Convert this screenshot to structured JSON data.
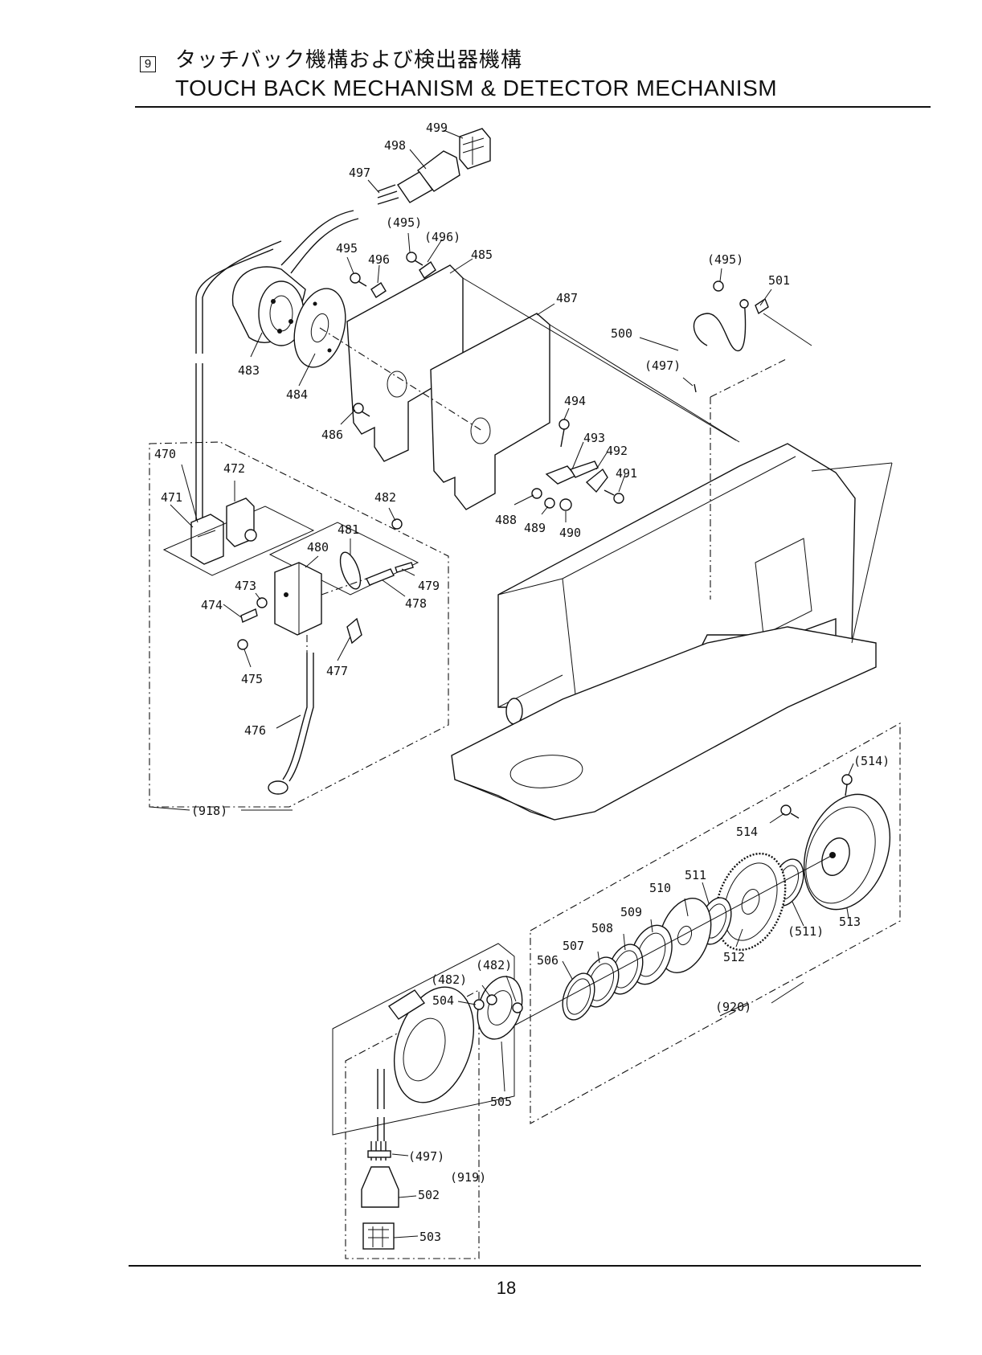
{
  "header": {
    "section_number": "9",
    "title_jp": "タッチバック機構および検出器機構",
    "title_en": "TOUCH BACK MECHANISM & DETECTOR MECHANISM"
  },
  "footer": {
    "page_number": "18"
  },
  "labels": {
    "p499": "499",
    "p498": "498",
    "p497": "497",
    "p495a": "(495)",
    "p496a": "(496)",
    "p495": "495",
    "p496": "496",
    "p485": "485",
    "p487": "487",
    "p483": "483",
    "p484": "484",
    "p486": "486",
    "p494": "494",
    "p493": "493",
    "p492": "492",
    "p491": "491",
    "p488": "488",
    "p489": "489",
    "p490": "490",
    "p495b": "(495)",
    "p501": "501",
    "p500": "500",
    "p497a": "(497)",
    "p470": "470",
    "p471": "471",
    "p472": "472",
    "p482": "482",
    "p481": "481",
    "p480": "480",
    "p479": "479",
    "p478": "478",
    "p473": "473",
    "p474": "474",
    "p475": "475",
    "p477": "477",
    "p476": "476",
    "p918": "(918)",
    "p514a": "(514)",
    "p514": "514",
    "p511": "511",
    "p510": "510",
    "p509": "509",
    "p508": "508",
    "p507": "507",
    "p506": "506",
    "p512": "512",
    "p511a": "(511)",
    "p513": "513",
    "p920": "(920)",
    "p482a": "(482)",
    "p482b": "(482)",
    "p504": "504",
    "p505": "505",
    "p497b": "(497)",
    "p919": "(919)",
    "p502": "502",
    "p503": "503"
  }
}
